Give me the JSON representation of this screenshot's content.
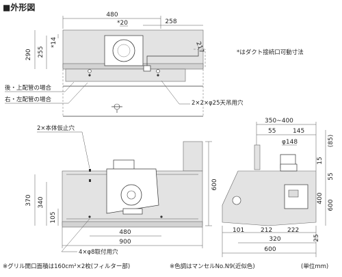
{
  "header": {
    "title": "■外形図"
  },
  "top_view": {
    "dims": {
      "width_480": "480",
      "offset_20": "*20",
      "right_258": "258",
      "h_290": "290",
      "h_255": "255",
      "h_14": "*14",
      "r_217": "217"
    },
    "note_duct": "*はダクト接続口可動寸法",
    "label_rear": "後・上配管の場合",
    "label_right": "右・左配管の場合",
    "holes": "2×2×φ25天吊用穴"
  },
  "front_view": {
    "label_temp": "2×本体仮止穴",
    "label_mount": "4×φ8取付用穴",
    "dims": {
      "h_600": "600",
      "h_370": "370",
      "h_340": "340",
      "h_105": "105",
      "w_480": "480",
      "w_900": "900"
    }
  },
  "side_view": {
    "dims": {
      "range": "350∼400",
      "d_55": "55",
      "d_145": "145",
      "d_148": "φ148",
      "d_85": "(85)",
      "d_15": "15",
      "d_55v": "55",
      "d_400": "400",
      "d_600h": "600",
      "d_101": "101",
      "d_212": "212",
      "d_222": "222",
      "d_25": "25",
      "d_320": "320",
      "d_600w": "600"
    }
  },
  "footer": {
    "grille": "※グリル開口面積は160cm²×2枚(フィルター部)",
    "color": "※色調はマンセルNo.N9(近似色)",
    "unit": "(単位mm)"
  }
}
